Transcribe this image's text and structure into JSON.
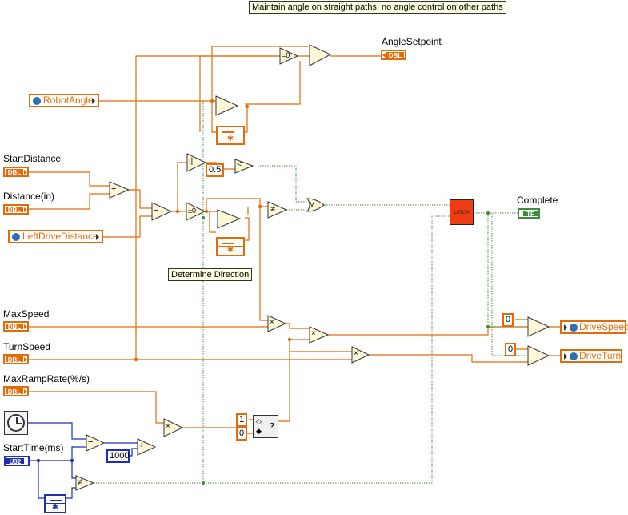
{
  "comments": {
    "top": "Maintain angle on straight paths, no angle control on other paths",
    "direction": "Determine Direction"
  },
  "labels": {
    "angle_setpoint": "AngleSetpoint",
    "start_distance": "StartDistance",
    "distance_in": "Distance(in)",
    "max_speed": "MaxSpeed",
    "turn_speed": "TurnSpeed",
    "max_ramp_rate": "MaxRampRate(%/s)",
    "start_time": "StartTime(ms)",
    "complete": "Complete"
  },
  "refs": {
    "robot_angle": "RobotAngle",
    "left_drive_distance": "LeftDriveDistance",
    "drive_speed": "DriveSpeed",
    "drive_turn": "DriveTurn"
  },
  "types": {
    "dbl": "DBL",
    "u32": "U32",
    "tf": "TF"
  },
  "constants": {
    "half": "0.5",
    "zero_a": "0",
    "zero_b": "0",
    "thousand": "1000",
    "sel_true": "1",
    "sel_false": "0"
  },
  "primitives": {
    "eq0": "=0",
    "abs": "||",
    "sign": "±0",
    "add": "+",
    "sub": "−",
    "mul": "×",
    "div": "÷",
    "neq": "≠",
    "lt": "<",
    "or": "V",
    "latch": "LATCH",
    "select": "?",
    "star": "✱"
  },
  "colors": {
    "dbl_wire": "#e36c0a",
    "int_wire": "#1f2fb5",
    "bool_wire": "#3d8b3d",
    "latch": "#f03c14",
    "comment_bg": "#ffffe1"
  }
}
